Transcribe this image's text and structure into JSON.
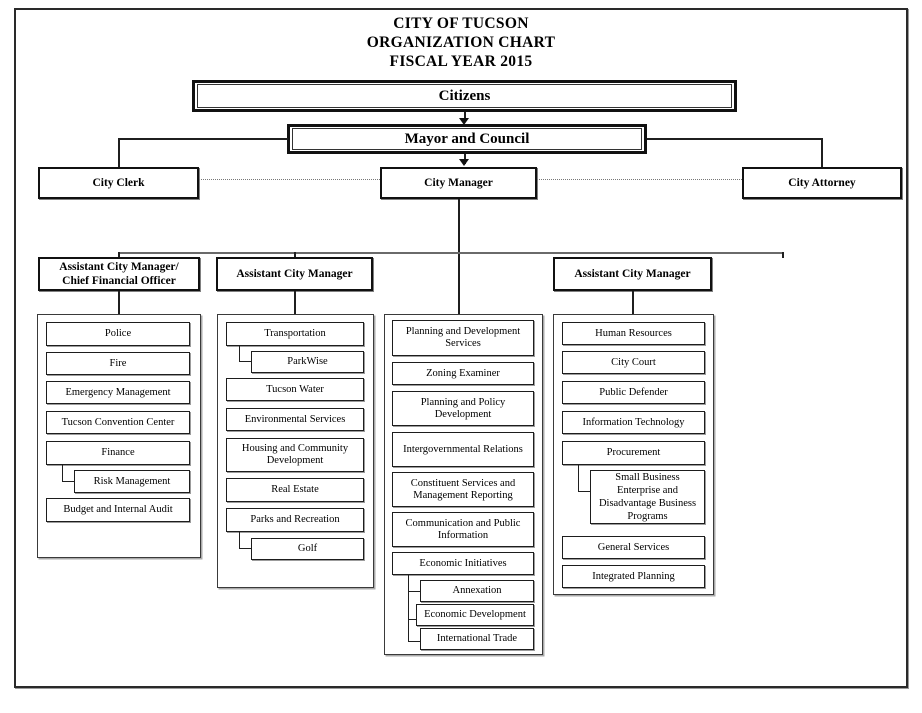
{
  "title": {
    "line1": "CITY OF TUCSON",
    "line2": "ORGANIZATION CHART",
    "line3": "FISCAL YEAR 2015"
  },
  "top": {
    "citizens": "Citizens",
    "mayor_and_council": "Mayor and Council",
    "city_clerk": "City Clerk",
    "city_manager": "City Manager",
    "city_attorney": "City Attorney"
  },
  "assistants": {
    "acm_cfo": "Assistant City Manager/ Chief Financial Officer",
    "acm_cfo_line1": "Assistant City Manager/",
    "acm_cfo_line2": "Chief Financial Officer",
    "acm_2": "Assistant City Manager",
    "acm_4": "Assistant City Manager"
  },
  "columns": [
    {
      "id": "col-finance",
      "departments": [
        {
          "label": "Police",
          "level": 0
        },
        {
          "label": "Fire",
          "level": 0
        },
        {
          "label": "Emergency Management",
          "level": 0
        },
        {
          "label": "Tucson Convention Center",
          "level": 0
        },
        {
          "label": "Finance",
          "level": 0
        },
        {
          "label": "Risk Management",
          "level": 1
        },
        {
          "label": "Budget and Internal Audit",
          "level": 0
        }
      ]
    },
    {
      "id": "col-operations",
      "departments": [
        {
          "label": "Transportation",
          "level": 0
        },
        {
          "label": "ParkWise",
          "level": 1
        },
        {
          "label": "Tucson Water",
          "level": 0
        },
        {
          "label": "Environmental Services",
          "level": 0
        },
        {
          "label": "Housing and Community Development",
          "level": 0
        },
        {
          "label": "Real Estate",
          "level": 0
        },
        {
          "label": "Parks and Recreation",
          "level": 0
        },
        {
          "label": "Golf",
          "level": 1
        }
      ]
    },
    {
      "id": "col-planning",
      "departments": [
        {
          "label": "Planning and Development Services",
          "level": 0
        },
        {
          "label": "Zoning Examiner",
          "level": 0
        },
        {
          "label": "Planning and Policy Development",
          "level": 0
        },
        {
          "label": "Intergovernmental Relations",
          "level": 0
        },
        {
          "label": "Constituent Services and Management Reporting",
          "level": 0
        },
        {
          "label": "Communication and Public Information",
          "level": 0
        },
        {
          "label": "Economic Initiatives",
          "level": 0
        },
        {
          "label": "Annexation",
          "level": 1
        },
        {
          "label": "Economic Development",
          "level": 1
        },
        {
          "label": "International Trade",
          "level": 1
        }
      ]
    },
    {
      "id": "col-support",
      "departments": [
        {
          "label": "Human Resources",
          "level": 0
        },
        {
          "label": "City Court",
          "level": 0
        },
        {
          "label": "Public Defender",
          "level": 0
        },
        {
          "label": "Information Technology",
          "level": 0
        },
        {
          "label": "Procurement",
          "level": 0
        },
        {
          "label": "Small Business Enterprise and Disadvantage Business  Programs",
          "level": 1
        },
        {
          "label": "General Services",
          "level": 0
        },
        {
          "label": "Integrated Planning",
          "level": 0
        }
      ]
    }
  ],
  "colors": {
    "line": "#1f1f1f",
    "box_border": "#111111",
    "shadow": "#9a9a9a",
    "background": "#ffffff"
  }
}
